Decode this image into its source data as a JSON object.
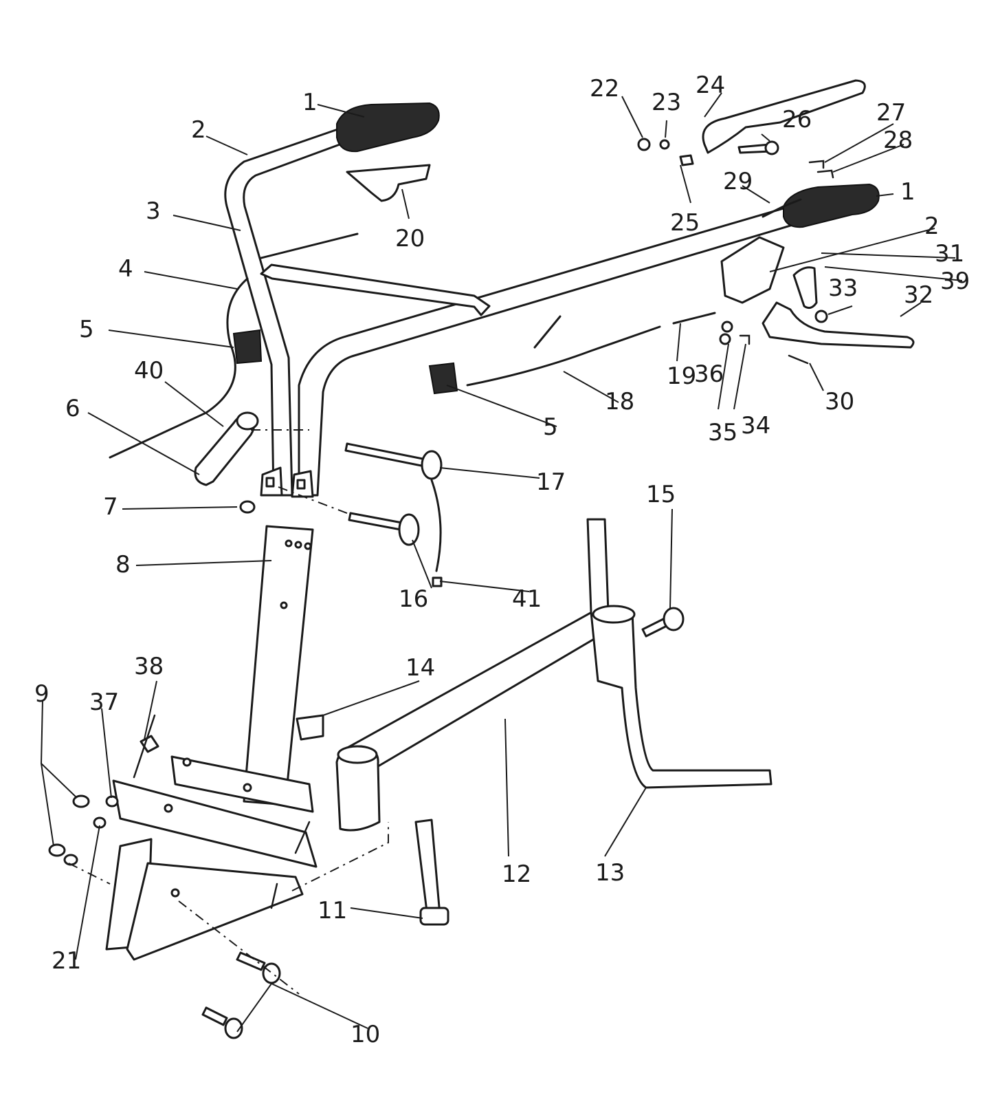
{
  "callouts": [
    {
      "id": "c1a",
      "text": "1"
    },
    {
      "id": "c1b",
      "text": "1"
    },
    {
      "id": "c2a",
      "text": "2"
    },
    {
      "id": "c2b",
      "text": "2"
    },
    {
      "id": "c3",
      "text": "3"
    },
    {
      "id": "c4",
      "text": "4"
    },
    {
      "id": "c5a",
      "text": "5"
    },
    {
      "id": "c5b",
      "text": "5"
    },
    {
      "id": "c6",
      "text": "6"
    },
    {
      "id": "c7",
      "text": "7"
    },
    {
      "id": "c8",
      "text": "8"
    },
    {
      "id": "c9",
      "text": "9"
    },
    {
      "id": "c10",
      "text": "10"
    },
    {
      "id": "c11",
      "text": "11"
    },
    {
      "id": "c12",
      "text": "12"
    },
    {
      "id": "c13",
      "text": "13"
    },
    {
      "id": "c14",
      "text": "14"
    },
    {
      "id": "c15",
      "text": "15"
    },
    {
      "id": "c16",
      "text": "16"
    },
    {
      "id": "c17",
      "text": "17"
    },
    {
      "id": "c18",
      "text": "18"
    },
    {
      "id": "c19",
      "text": "19"
    },
    {
      "id": "c20",
      "text": "20"
    },
    {
      "id": "c21",
      "text": "21"
    },
    {
      "id": "c22",
      "text": "22"
    },
    {
      "id": "c23",
      "text": "23"
    },
    {
      "id": "c24",
      "text": "24"
    },
    {
      "id": "c25",
      "text": "25"
    },
    {
      "id": "c26",
      "text": "26"
    },
    {
      "id": "c27",
      "text": "27"
    },
    {
      "id": "c28",
      "text": "28"
    },
    {
      "id": "c29",
      "text": "29"
    },
    {
      "id": "c30",
      "text": "30"
    },
    {
      "id": "c31",
      "text": "31"
    },
    {
      "id": "c32",
      "text": "32"
    },
    {
      "id": "c33",
      "text": "33"
    },
    {
      "id": "c34",
      "text": "34"
    },
    {
      "id": "c35",
      "text": "35"
    },
    {
      "id": "c36",
      "text": "36"
    },
    {
      "id": "c37",
      "text": "37"
    },
    {
      "id": "c38",
      "text": "38"
    },
    {
      "id": "c39",
      "text": "39"
    },
    {
      "id": "c40",
      "text": "40"
    },
    {
      "id": "c41",
      "text": "41"
    }
  ]
}
